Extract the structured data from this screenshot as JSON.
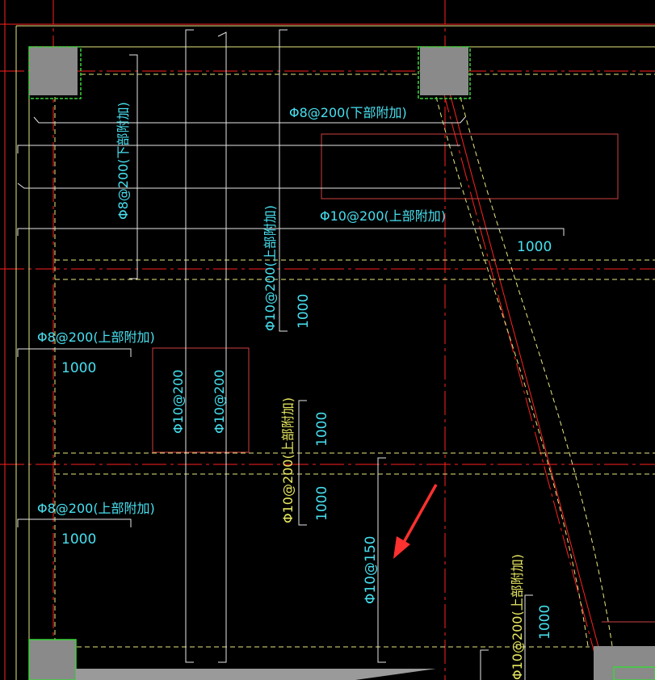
{
  "colors": {
    "background": "#000000",
    "axis_red": "#ff2020",
    "beam_yellow": "#e8e880",
    "column_gray": "#8a8a8a",
    "hatch_green": "#39d439",
    "text_cyan": "#47e0f0",
    "text_yellow": "#e8e860",
    "white_line": "#e6e6e6",
    "opening_red": "#d04040",
    "arrow_red": "#ff3030"
  },
  "labels": {
    "bottom_extra_h": "Φ8@200(下部附加)",
    "bottom_extra_v": "Φ8@200(下部附加)",
    "top_extra_10_h": "Φ10@200(上部附加)",
    "top_extra_10_v": "Φ10@200(上部附加)",
    "len_1000_a": "1000",
    "len_1000_b": "1000",
    "top_extra_8_a": "Φ8@200(上部附加)",
    "len_1000_c": "1000",
    "opening_bar_1": "Φ10@200",
    "opening_bar_2": "Φ10@200",
    "top_extra_10_yellow": "Φ10@200(上部附加)",
    "len_1000_d": "1000",
    "len_1000_e": "1000",
    "top_extra_8_b": "Φ8@200(上部附加)",
    "len_1000_f": "1000",
    "bar_150": "Φ10@150",
    "top_extra_10_br": "Φ10@200(上部附加)",
    "len_1000_g": "1000"
  }
}
